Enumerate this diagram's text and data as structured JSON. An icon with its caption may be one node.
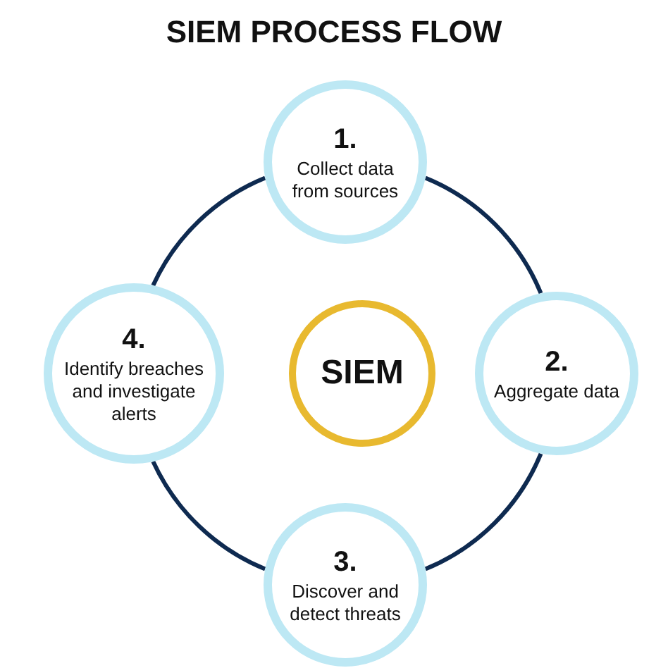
{
  "diagram": {
    "title": "SIEM PROCESS FLOW",
    "nodes": [
      {
        "text": [
          "1.",
          "Collect data from sources"
        ]
      },
      {
        "text": [
          "2.",
          "Aggregate data"
        ]
      },
      {
        "text": [
          "3.",
          "Discover and detect threats"
        ]
      },
      {
        "text": [
          "4.",
          "Identify breaches and investigate alerts"
        ]
      },
      {
        "text": [
          "SIEM"
        ]
      }
    ],
    "edges": [
      {
        "from": 0,
        "to": 1,
        "arrow": "none"
      },
      {
        "from": 1,
        "to": 2,
        "arrow": "none"
      },
      {
        "from": 2,
        "to": 3,
        "arrow": "none"
      },
      {
        "from": 3,
        "to": 0,
        "arrow": "none"
      }
    ]
  }
}
